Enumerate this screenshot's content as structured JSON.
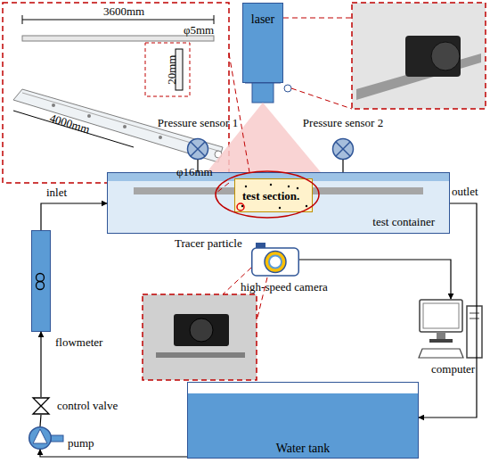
{
  "diagram": {
    "nodes": [
      {
        "text": [
          "laser"
        ]
      },
      {
        "text": [
          "Pressure sensor 1"
        ]
      },
      {
        "text": [
          "Pressure sensor 2"
        ]
      },
      {
        "text": [
          "test container"
        ]
      },
      {
        "text": [
          "test section."
        ],
        "in": 3
      },
      {
        "text": [
          "flowmeter"
        ]
      },
      {
        "text": [
          "high-speed camera"
        ]
      },
      {
        "text": [
          "computer"
        ]
      },
      {
        "text": [
          "control valve"
        ]
      },
      {
        "text": [
          "pump"
        ]
      },
      {
        "text": [
          "Water tank"
        ]
      }
    ],
    "edges": [
      {
        "from": 5,
        "to": 3,
        "arrow": "to",
        "label": "inlet"
      },
      {
        "from": 3,
        "to": 10,
        "arrow": "to",
        "label": "outlet"
      },
      {
        "from": 10,
        "to": 9,
        "arrow": "to"
      },
      {
        "from": 9,
        "to": 8,
        "arrow": "none"
      },
      {
        "from": 8,
        "to": 5,
        "arrow": "to"
      },
      {
        "from": 6,
        "to": 7,
        "arrow": "to"
      },
      {
        "from": 1,
        "to": 3,
        "arrow": "none"
      },
      {
        "from": 2,
        "to": 3,
        "arrow": "none"
      }
    ],
    "labels": [
      "3600mm",
      "φ5mm",
      "4000mm",
      "φ16mm",
      "20mm",
      "Tracer particle"
    ]
  }
}
